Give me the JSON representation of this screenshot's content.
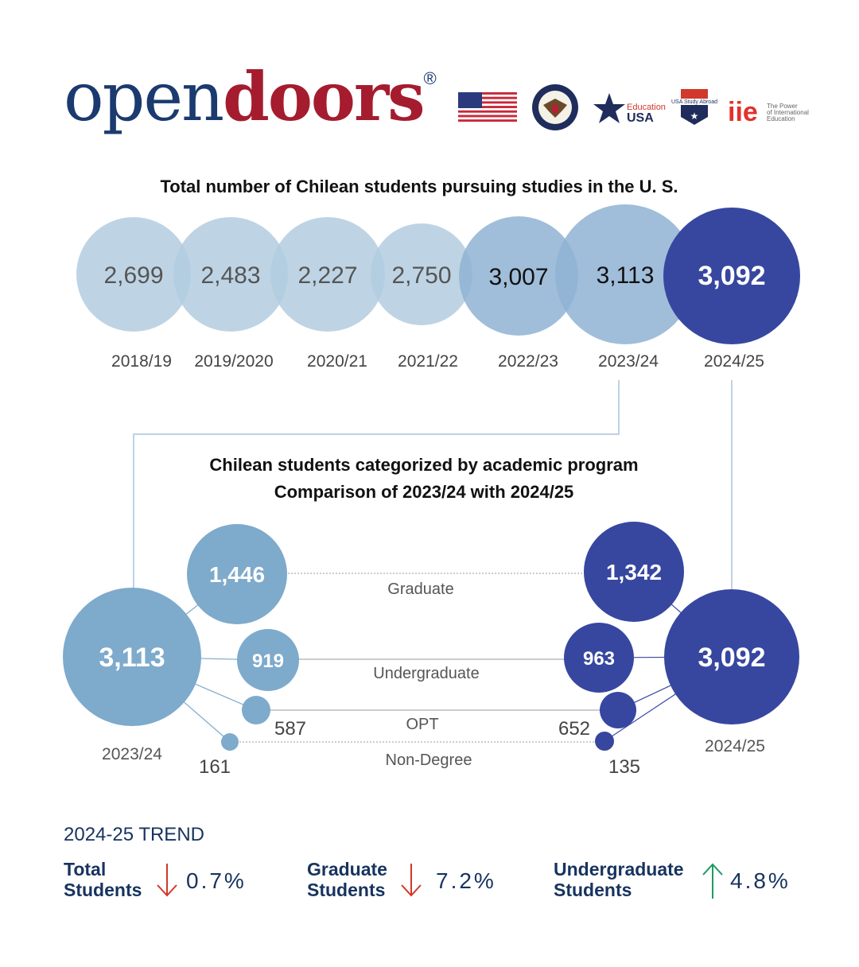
{
  "logo": {
    "part1": "open",
    "part2": "doors",
    "mark": "®"
  },
  "partner_logos": [
    {
      "icon": "us-flag-icon"
    },
    {
      "icon": "department-of-state-seal-icon"
    },
    {
      "icon": "education-usa-logo",
      "text": "Education USA"
    },
    {
      "icon": "usa-study-abroad-logo",
      "text": "USA Study Abroad"
    },
    {
      "icon": "iie-logo",
      "text": "iie The Power of International Education"
    }
  ],
  "colors": {
    "light": "#b3cde0",
    "mid": "#8fb3d3",
    "left": "#7eaacc",
    "dark": "#3747a0",
    "navy": "#17335f",
    "red": "#d0392b",
    "green": "#1f9a64"
  },
  "chart_data": [
    {
      "type": "bubble",
      "title": "Total number of Chilean students pursuing studies in the U. S.",
      "categories": [
        "2018/19",
        "2019/2020",
        "2020/21",
        "2021/22",
        "2022/23",
        "2023/24",
        "2024/25"
      ],
      "values": [
        2699,
        2483,
        2227,
        2750,
        3007,
        3113,
        3092
      ],
      "labels": [
        "2,699",
        "2,483",
        "2,227",
        "2,750",
        "3,007",
        "3,113",
        "3,092"
      ]
    },
    {
      "type": "bubble",
      "title": "Chilean students categorized by academic program",
      "subtitle": "Comparison of 2023/24 with 2024/25",
      "categories": [
        "Graduate",
        "Undergraduate",
        "OPT",
        "Non-Degree"
      ],
      "series": [
        {
          "name": "2023/24",
          "total": "3,113",
          "values": [
            1446,
            919,
            587,
            161
          ],
          "labels": [
            "1,446",
            "919",
            "587",
            "161"
          ]
        },
        {
          "name": "2024/25",
          "total": "3,092",
          "values": [
            1342,
            963,
            652,
            135
          ],
          "labels": [
            "1,342",
            "963",
            "652",
            "135"
          ]
        }
      ]
    }
  ],
  "trend": {
    "title": "2024-25 TREND",
    "items": [
      {
        "line1": "Total",
        "line2": "Students",
        "direction": "down",
        "value": "0.7%"
      },
      {
        "line1": "Graduate",
        "line2": "Students",
        "direction": "down",
        "value": "7.2%"
      },
      {
        "line1": "Undergraduate",
        "line2": "Students",
        "direction": "up",
        "value": "4.8%"
      }
    ]
  }
}
